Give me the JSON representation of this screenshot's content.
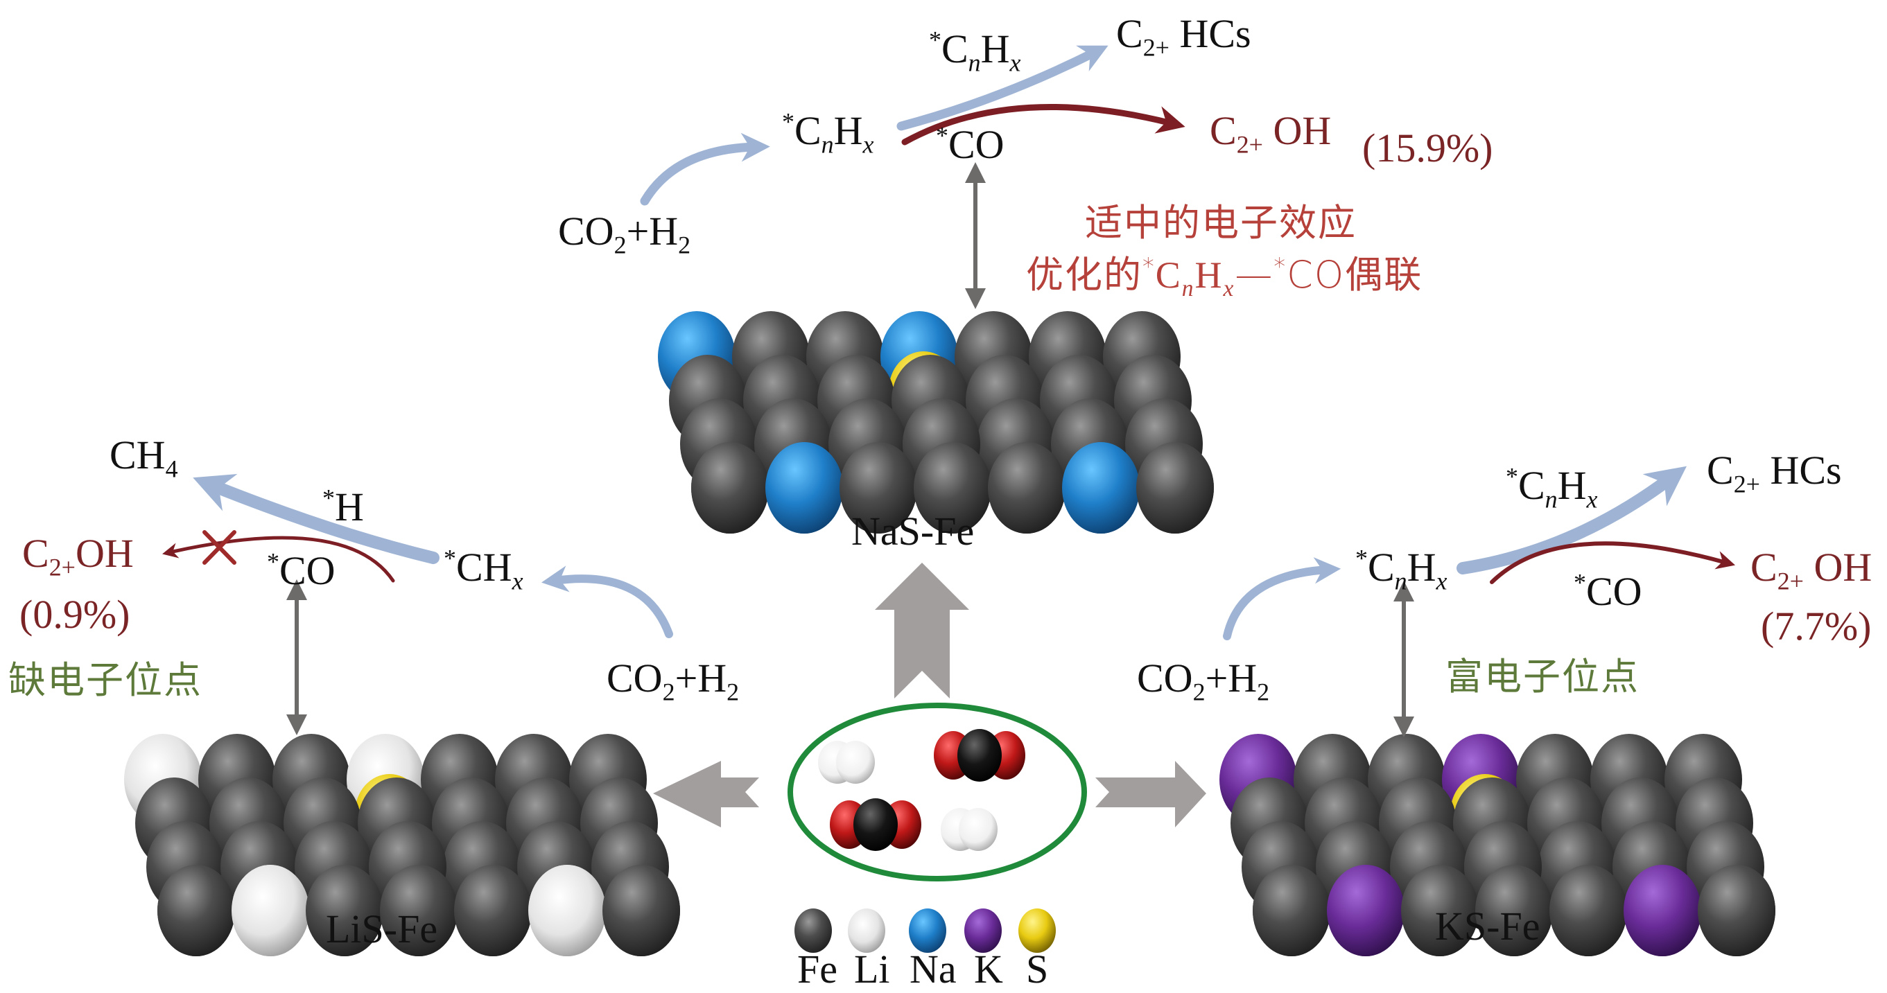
{
  "colors": {
    "fe": "#4a4a4a",
    "li": "#eeeeee",
    "na": "#1f7fc9",
    "k": "#6a2c99",
    "s": "#f1d21a",
    "o": "#c01818",
    "c": "#151515",
    "blue_arrow": "#9fb4d4",
    "red_arrow": "#7d1e24",
    "gray_arrow": "#a39e9e",
    "ellipse": "#1f8a3a",
    "text_maroon": "#7a2426",
    "text_brick": "#b5413a",
    "text_green": "#5d7a3a"
  },
  "center": {
    "reactants_label": "CO2 + H2",
    "molecules": [
      "H2",
      "CO2",
      "CO2",
      "H2"
    ]
  },
  "legend": {
    "items": [
      {
        "element": "Fe",
        "label": "Fe"
      },
      {
        "element": "Li",
        "label": "Li"
      },
      {
        "element": "Na",
        "label": "Na"
      },
      {
        "element": "K",
        "label": "K"
      },
      {
        "element": "S",
        "label": "S"
      }
    ]
  },
  "catalysts": {
    "nas": {
      "name": "NaS-Fe",
      "promoter": "Na",
      "reactant": {
        "main": "CO",
        "sub1": "2",
        "plus": "+H",
        "sub2": "2"
      },
      "intermediate": {
        "star": "*",
        "c": "C",
        "n": "n",
        "h": "H",
        "x": "x"
      },
      "upper_intermediate": {
        "star": "*",
        "c": "C",
        "n": "n",
        "h": "H",
        "x": "x"
      },
      "co": {
        "star": "*",
        "text": "CO"
      },
      "product_hc": {
        "c": "C",
        "sub": "2+",
        "rest": " HCs"
      },
      "product_oh": {
        "c": "C",
        "sub": "2+",
        "rest": " OH"
      },
      "selectivity": "(15.9%)",
      "note_line1": "适中的电子效应",
      "note_line2_prefix": "优化的",
      "note_line2_star": "*",
      "note_line2_c": "C",
      "note_line2_n": "n",
      "note_line2_h": "H",
      "note_line2_x": "x",
      "note_line2_dash": "—",
      "note_line2_star2": "*",
      "note_line2_suffix": "CO偶联"
    },
    "lis": {
      "name": "LiS-Fe",
      "promoter": "Li",
      "reactant": {
        "main": "CO",
        "sub1": "2",
        "plus": "+H",
        "sub2": "2"
      },
      "intermediate": {
        "star": "*",
        "text": "CH",
        "x": "x"
      },
      "h": {
        "star": "*",
        "text": "H"
      },
      "co": {
        "star": "*",
        "text": "CO"
      },
      "product_ch4": {
        "text": "CH",
        "sub": "4"
      },
      "product_oh": {
        "c": "C",
        "sub": "2+",
        "rest": "OH"
      },
      "selectivity": "(0.9%)",
      "blocked": true,
      "note": "缺电子位点"
    },
    "ks": {
      "name": "KS-Fe",
      "promoter": "K",
      "reactant": {
        "main": "CO",
        "sub1": "2",
        "plus": "+H",
        "sub2": "2"
      },
      "intermediate": {
        "star": "*",
        "c": "C",
        "n": "n",
        "h": "H",
        "x": "x"
      },
      "upper_intermediate": {
        "star": "*",
        "c": "C",
        "n": "n",
        "h": "H",
        "x": "x"
      },
      "co": {
        "star": "*",
        "text": "CO"
      },
      "product_hc": {
        "c": "C",
        "sub": "2+",
        "rest": " HCs"
      },
      "product_oh": {
        "c": "C",
        "sub": "2+",
        "rest": " OH"
      },
      "selectivity": "(7.7%)",
      "note": "富电子位点"
    }
  }
}
